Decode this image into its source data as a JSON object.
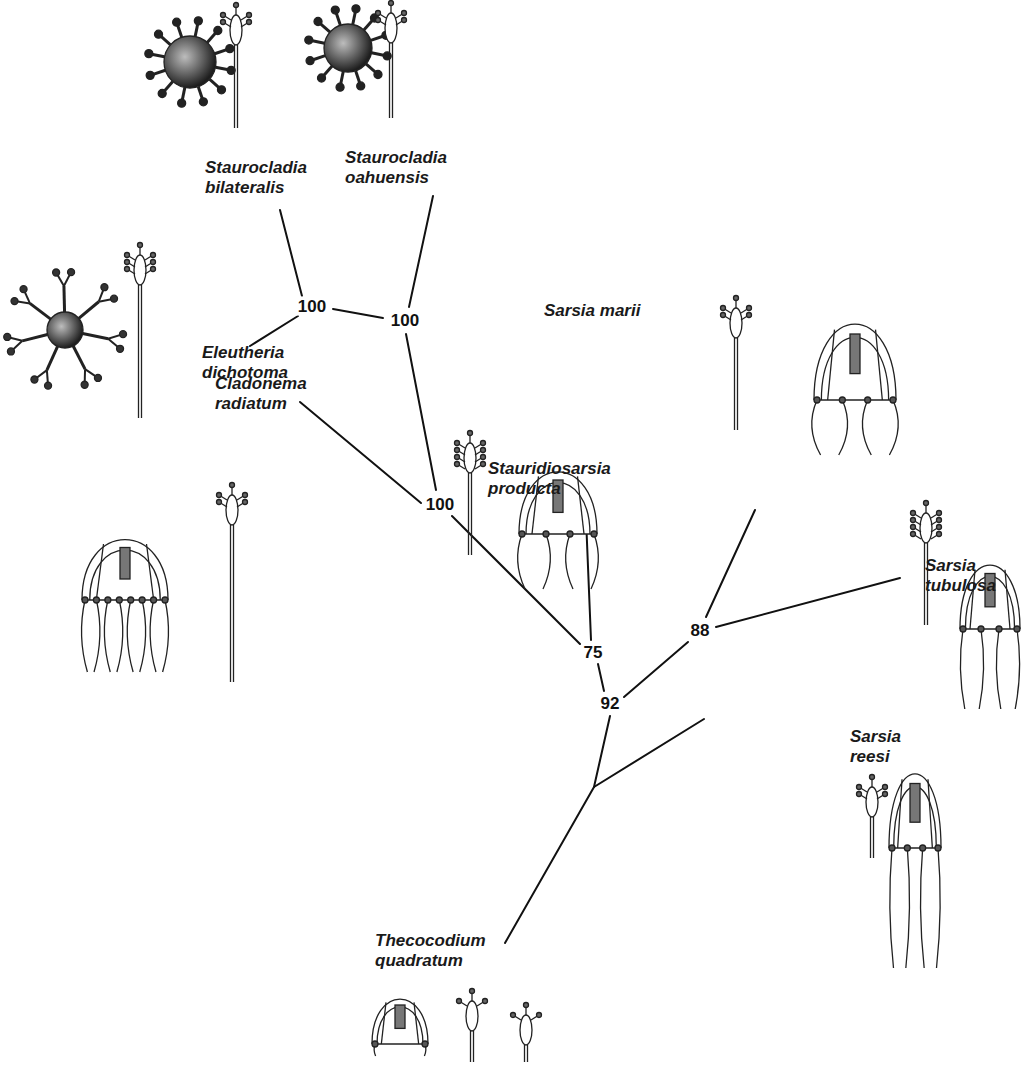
{
  "diagram": {
    "labels": [
      "Staurocladia oahuensis",
      "Staurocladia bilateralis",
      "100",
      "100",
      "Sarsia marii",
      "Eleutheria dichotoma",
      "Cladonema radiatum",
      "Stauridiosarsia producta",
      "100",
      "Sarsia tubulosa",
      "88",
      "75",
      "92",
      "Sarsia reesi",
      "Thecocodium quadratum"
    ]
  }
}
